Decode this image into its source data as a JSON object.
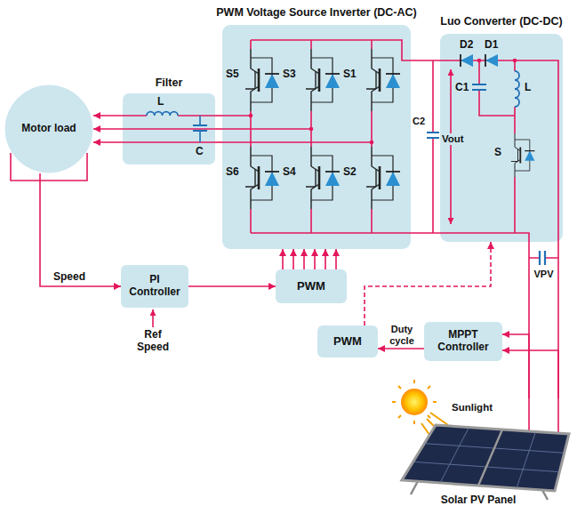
{
  "diagram": {
    "nodes": [
      {
        "text": [
          "Motor load"
        ]
      },
      {
        "text": [
          "Filter",
          "L",
          "C"
        ]
      },
      {
        "text": [
          "PWM Voltage Source Inverter (DC-AC)",
          "S5",
          "S3",
          "S1",
          "S6",
          "S4",
          "S2"
        ]
      },
      {
        "text": [
          "Luo Converter (DC-DC)",
          "D2",
          "D1",
          "C1",
          "L",
          "S"
        ]
      },
      {
        "text": [
          "PI Controller"
        ]
      },
      {
        "text": [
          "PWM"
        ]
      },
      {
        "text": [
          "PWM"
        ]
      },
      {
        "text": [
          "MPPT Controller"
        ]
      },
      {
        "text": [
          "Solar PV Panel"
        ]
      }
    ],
    "edges": [
      {
        "from": 0,
        "to": 4,
        "label": "Speed",
        "arrow": "to"
      },
      {
        "from": 4,
        "to": 5,
        "arrow": "to"
      },
      {
        "from": 5,
        "to": 2,
        "arrow": "to"
      },
      {
        "from": 2,
        "to": 1,
        "arrow": "none"
      },
      {
        "from": 1,
        "to": 0,
        "arrow": "to"
      },
      {
        "from": 3,
        "to": 2,
        "arrow": "none"
      },
      {
        "from": 8,
        "to": 3,
        "arrow": "none"
      },
      {
        "from": 8,
        "to": 7,
        "arrow": "to"
      },
      {
        "from": 7,
        "to": 6,
        "label": "Duty cycle",
        "arrow": "to"
      },
      {
        "from": 6,
        "to": 3,
        "arrow": "to"
      }
    ],
    "labels": [
      "C2",
      "Vout",
      "VPV",
      "Ref Speed",
      "Sunlight"
    ]
  }
}
